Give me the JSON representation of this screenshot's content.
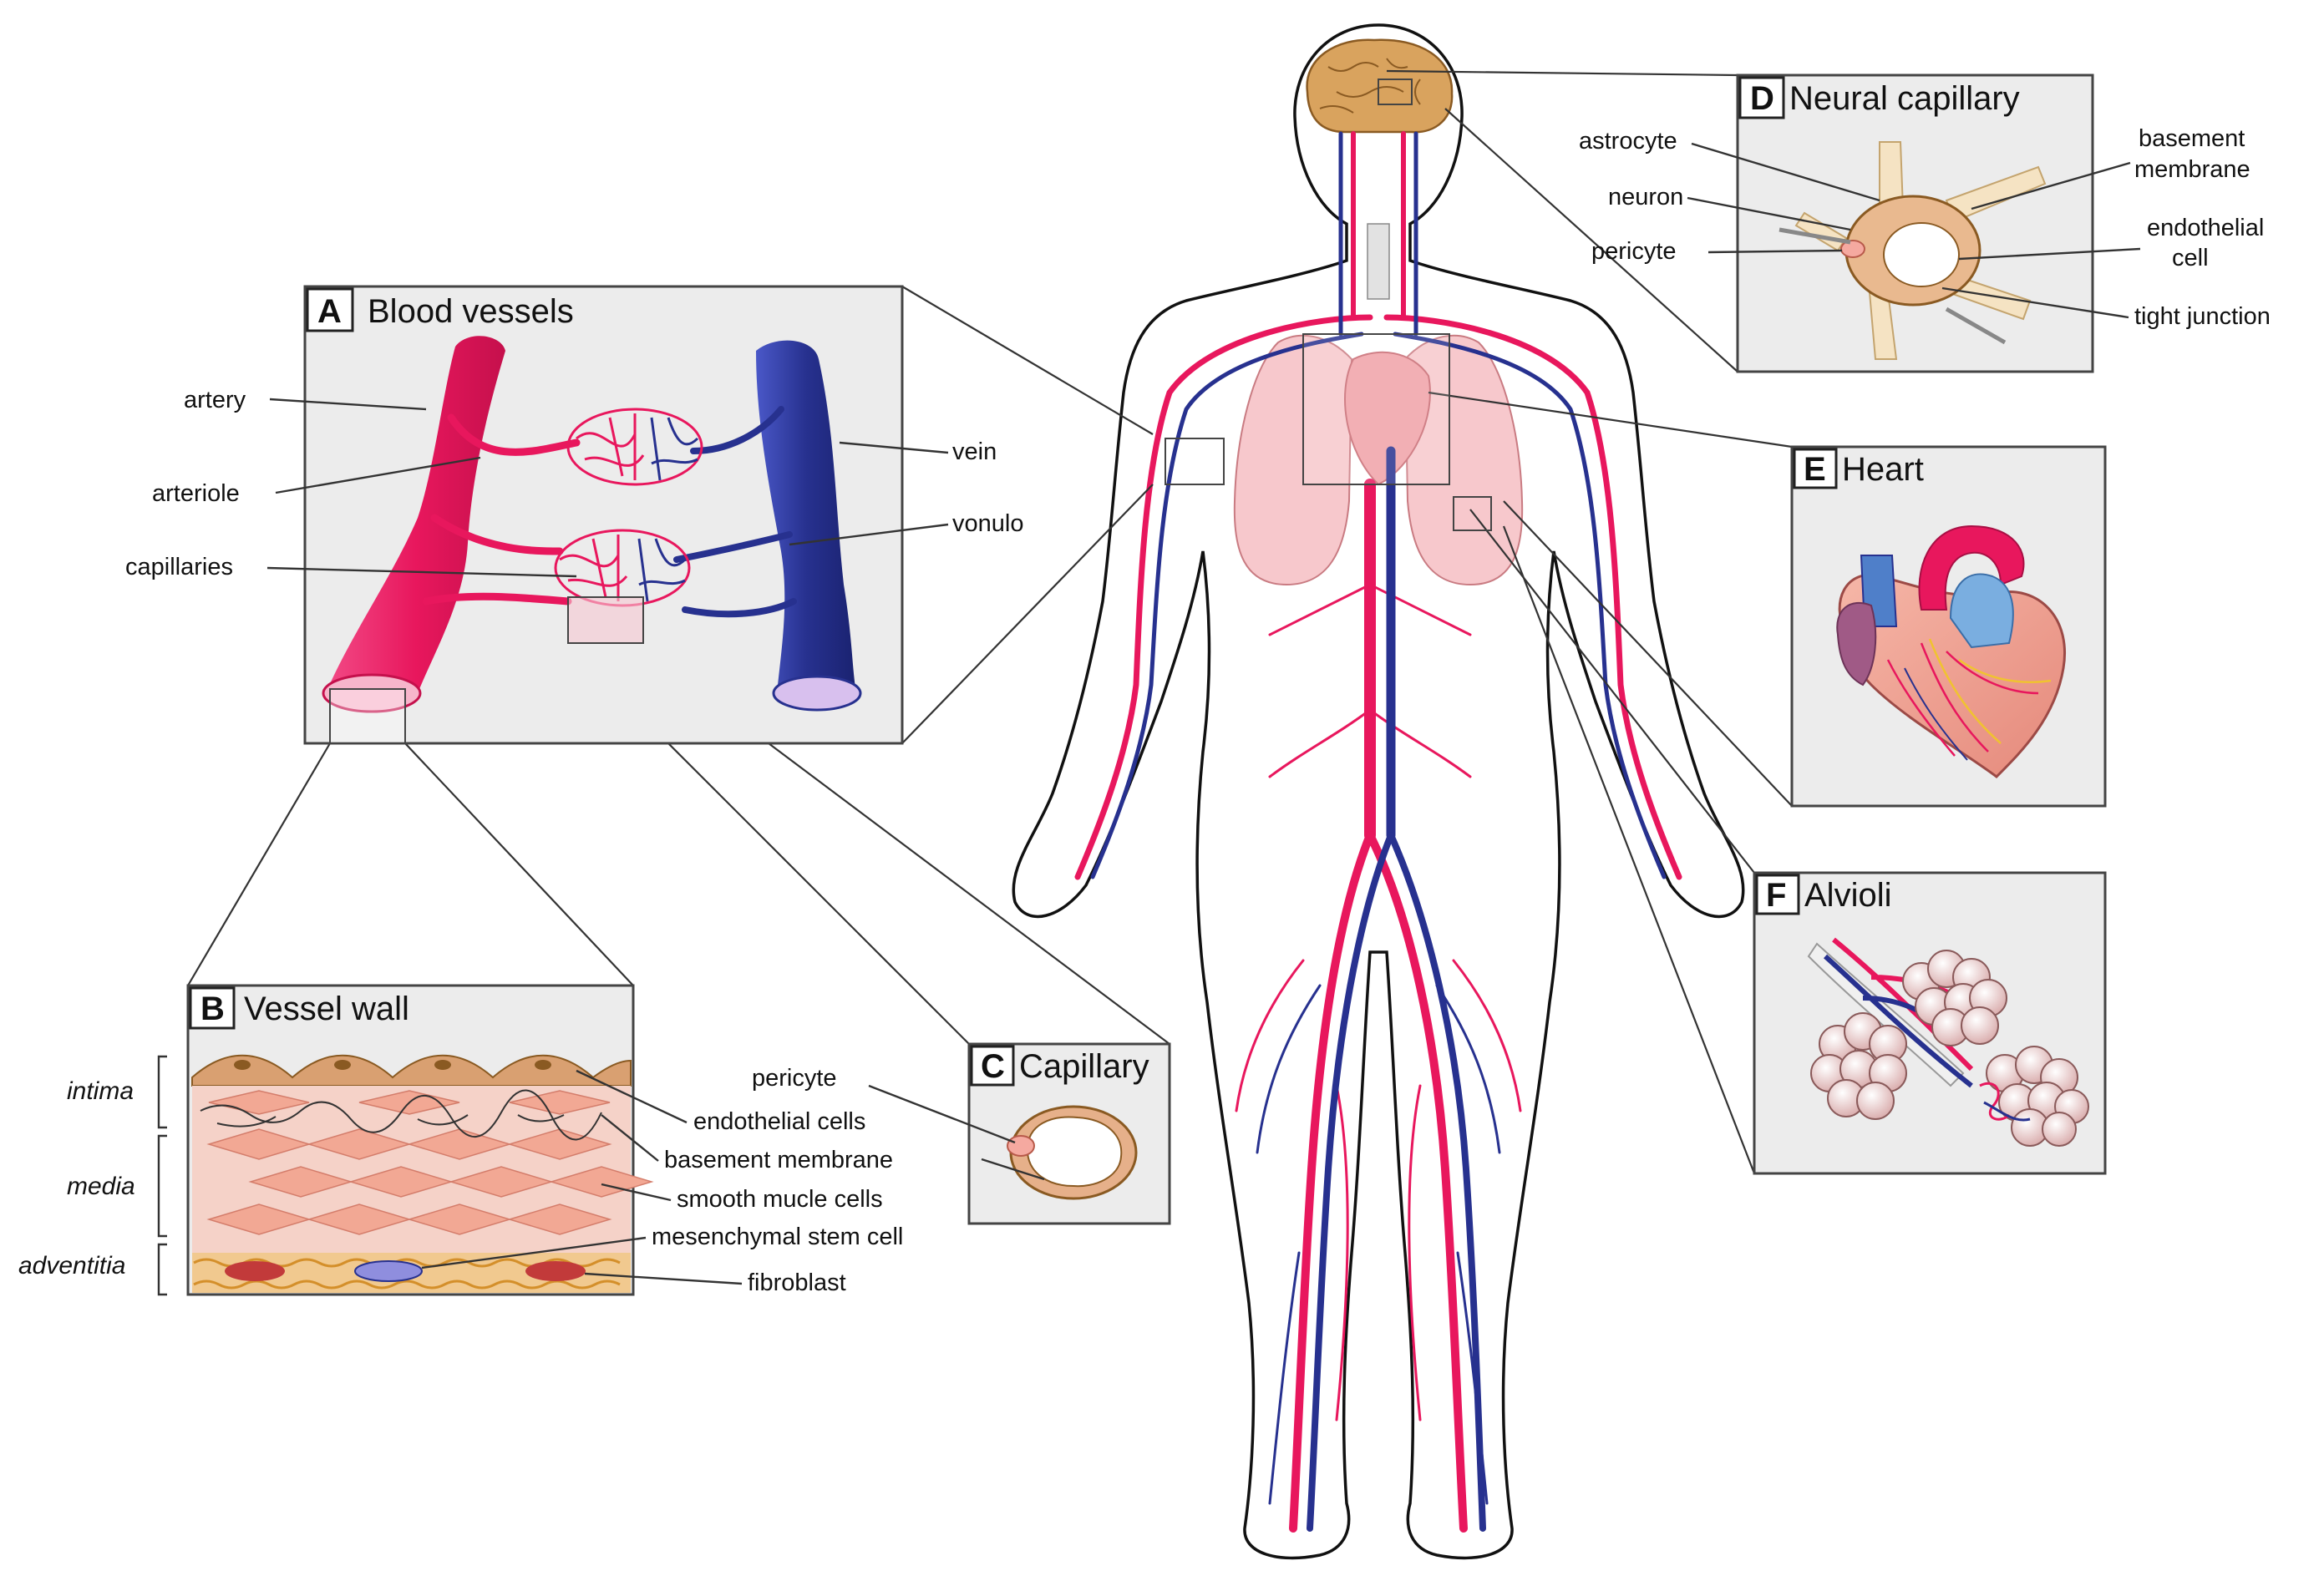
{
  "panels": {
    "a": {
      "letter": "A",
      "title": "Blood vessels",
      "labels": {
        "artery": "artery",
        "arteriole": "arteriole",
        "capillaries": "capillaries",
        "vein": "vein",
        "venule": "vonulo"
      }
    },
    "b": {
      "letter": "B",
      "title": "Vessel wall",
      "layers": {
        "intima": "intima",
        "media": "media",
        "adventitia": "adventitia"
      },
      "labels": {
        "endothelial": "endothelial cells",
        "basement": "basement membrane",
        "smooth": "smooth mucle cells",
        "msc": "mesenchymal stem cell",
        "fibroblast": "fibroblast"
      }
    },
    "c": {
      "letter": "C",
      "title": "Capillary",
      "labels": {
        "pericyte": "pericyte"
      }
    },
    "d": {
      "letter": "D",
      "title": "Neural capillary",
      "labels": {
        "astrocyte": "astrocyte",
        "neuron": "neuron",
        "pericyte": "pericyte",
        "basement_1": "basement",
        "basement_2": "membrane",
        "endothelial_1": "endothelial",
        "endothelial_2": "cell",
        "tight": "tight junction"
      }
    },
    "e": {
      "letter": "E",
      "title": "Heart"
    },
    "f": {
      "letter": "F",
      "title": "Alvioli"
    }
  },
  "colors": {
    "artery": "#e8175d",
    "vein": "#27318f",
    "panel_bg": "#ececec",
    "skin": "#ffffff",
    "lung": "#f7c8cc",
    "brain": "#d9a35e",
    "tissue": "#e9b98f"
  },
  "icons": [
    "human-body-figure",
    "brain-icon",
    "heart-illustration",
    "alveoli-cluster",
    "capillary-ring"
  ]
}
